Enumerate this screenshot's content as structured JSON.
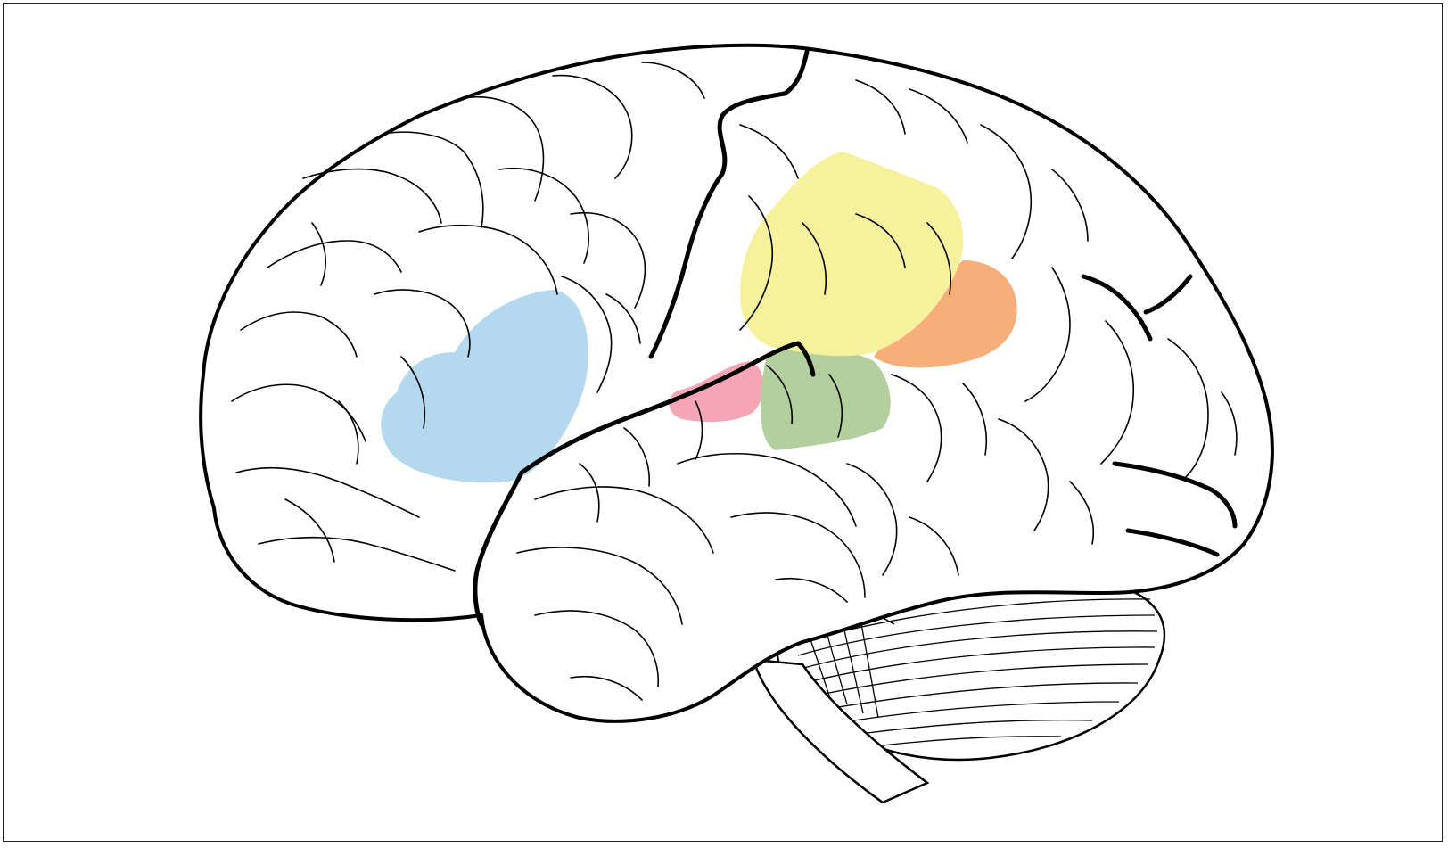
{
  "diagram": {
    "regions": [
      {
        "id": "blue",
        "color": "#b4d8ee"
      },
      {
        "id": "pink",
        "color": "#f4a6b6"
      },
      {
        "id": "green",
        "color": "#b3cf9e"
      },
      {
        "id": "yellow",
        "color": "#f6f19c"
      },
      {
        "id": "orange",
        "color": "#f8ae78"
      }
    ]
  }
}
